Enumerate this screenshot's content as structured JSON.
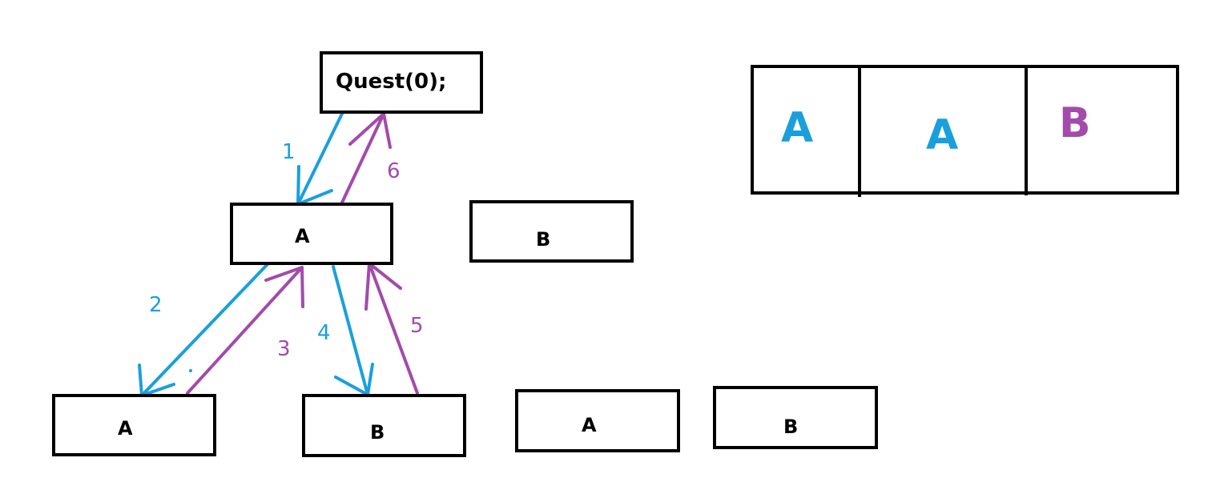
{
  "nodes": {
    "root": "Quest(0);",
    "level1_a": "A",
    "level1_b": "B",
    "level2_a1": "A",
    "level2_b1": "B",
    "level2_a2": "A",
    "level2_b2": "B"
  },
  "step_labels": [
    "1",
    "2",
    "3",
    "4",
    "5",
    "6"
  ],
  "result_cells": [
    "A",
    "A",
    "B"
  ],
  "colors": {
    "descend": "#1a9fdd",
    "return": "#a24bab",
    "stroke": "#000000"
  }
}
